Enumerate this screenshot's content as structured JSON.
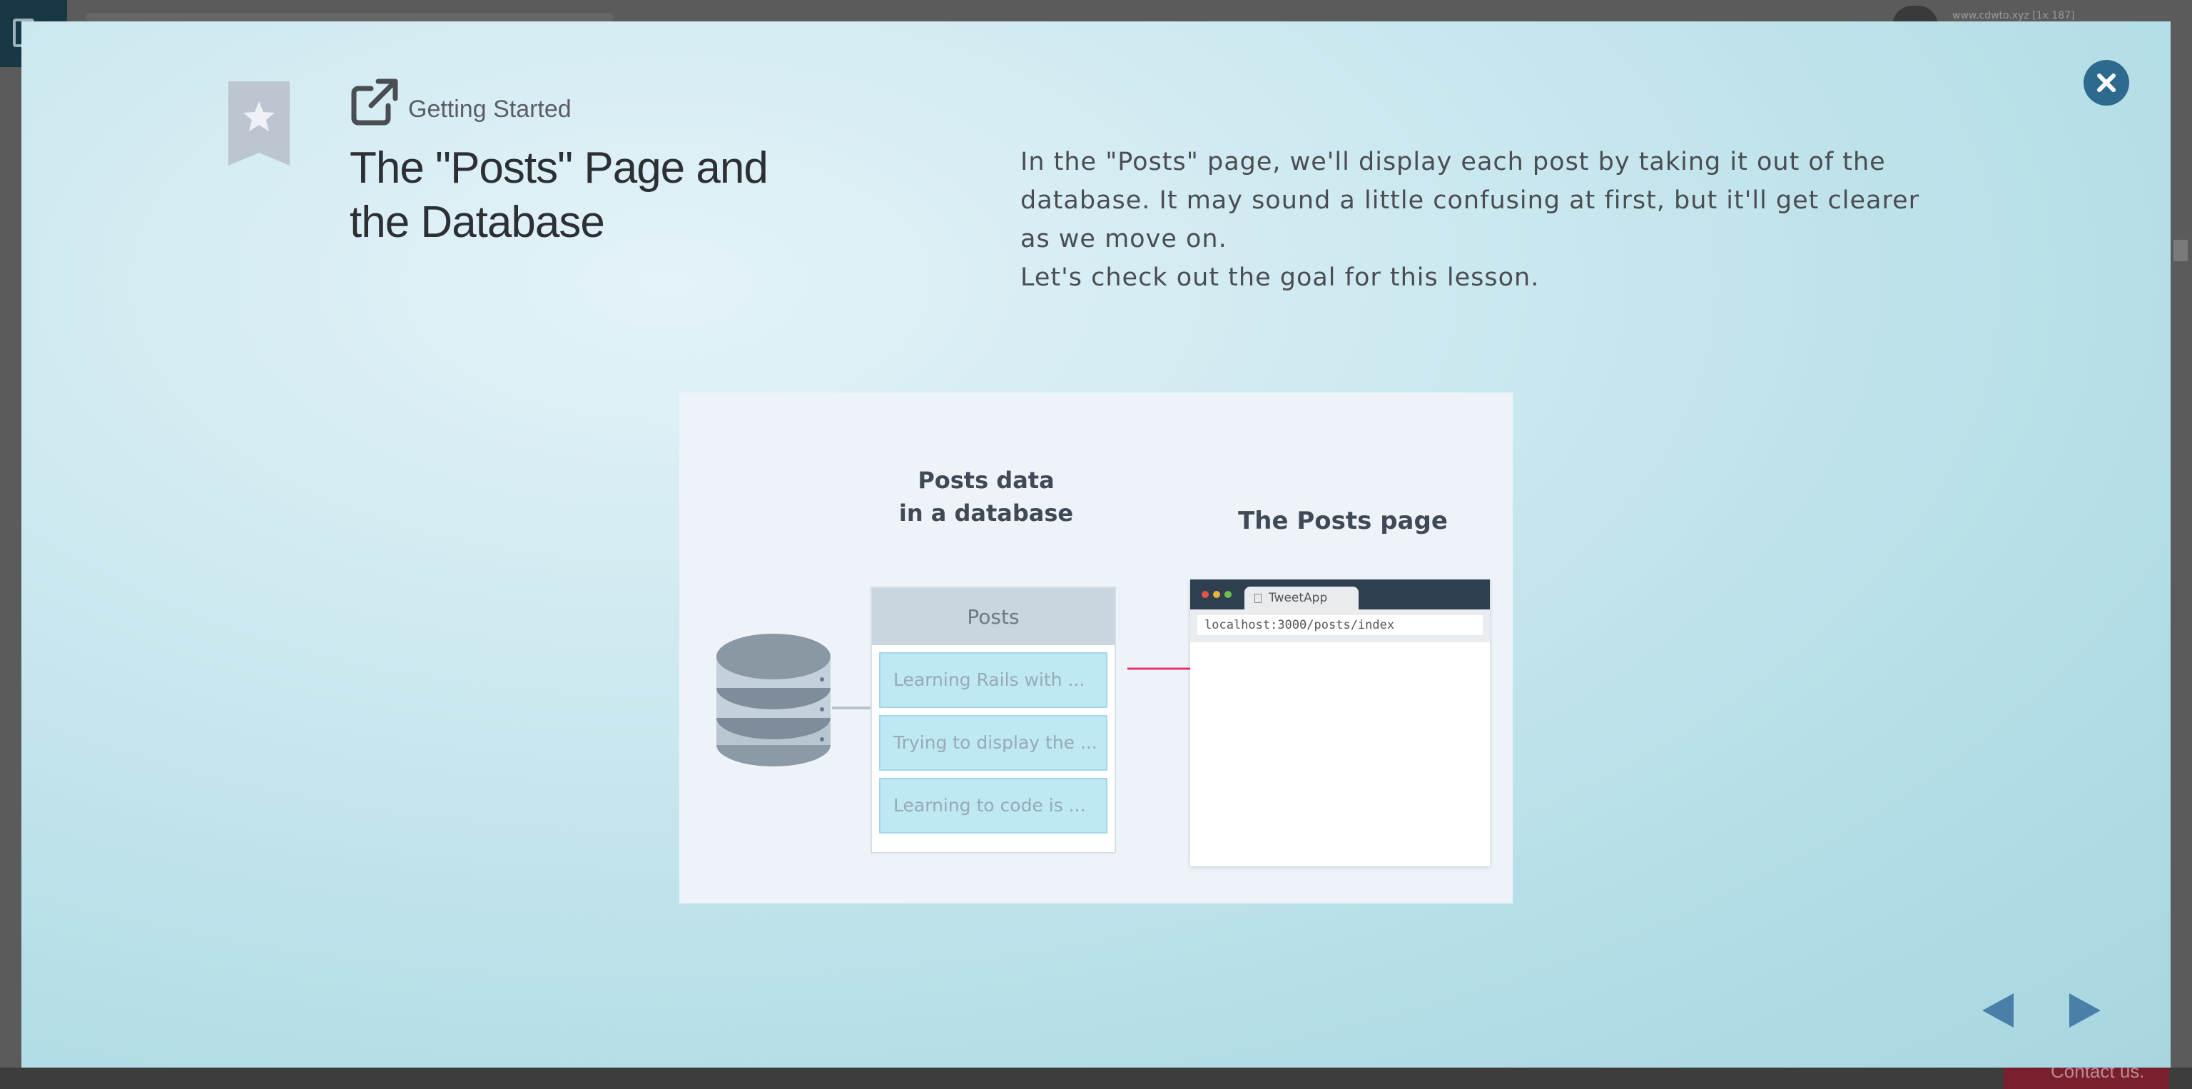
{
  "background_page": {
    "url_text": "www.cdwto.xyz [1x 187]",
    "contact_label": "Contact us."
  },
  "modal": {
    "category": "Getting Started",
    "title_line1": "The \"Posts\" Page and",
    "title_line2": "the Database",
    "description_line1": "In the \"Posts\" page, we'll display each post by taking it out of the database. It may sound a little confusing at first, but it'll get clearer as we move on.",
    "description_line2": "Let's check out the goal for this lesson.",
    "icons": {
      "bookmark": "bookmark-star-icon",
      "external_link": "external-link-icon",
      "close": "close-icon",
      "prev": "prev-arrow-icon",
      "next": "next-arrow-icon"
    },
    "colors": {
      "close_bg": "#2e6a8e",
      "nav_arrow": "#4a7fa8",
      "arrow_red": "#e8326a"
    }
  },
  "diagram": {
    "db_title_line1": "Posts data",
    "db_title_line2": "in a database",
    "page_title": "The Posts page",
    "table_header": "Posts",
    "rows": [
      "Learning Rails with ...",
      "Trying to display the ...",
      "Learning to code is ..."
    ],
    "browser_tab": "TweetApp",
    "browser_url": "localhost:3000/posts/index"
  }
}
